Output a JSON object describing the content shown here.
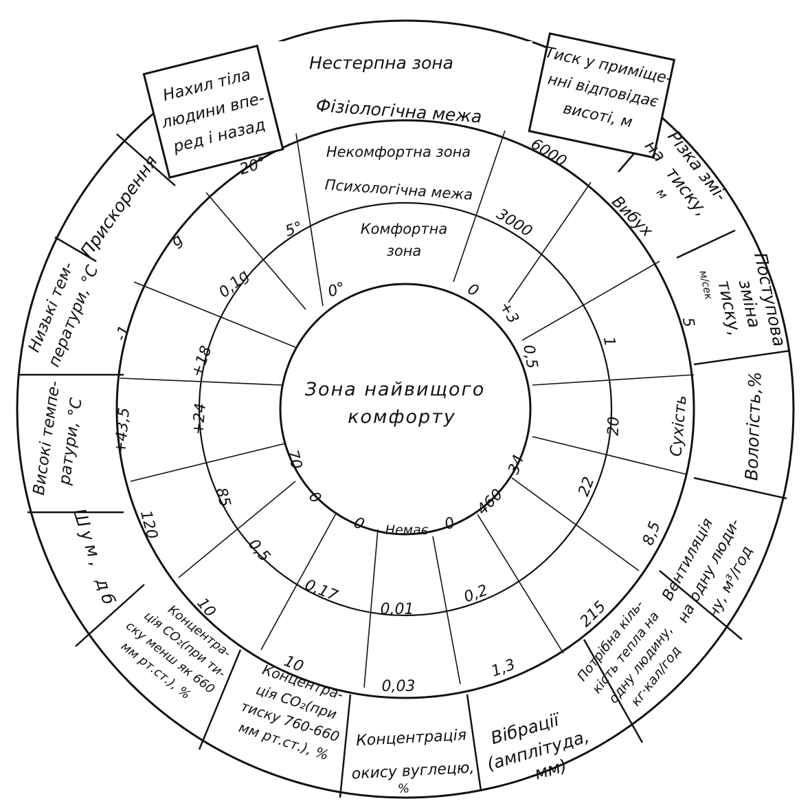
{
  "center_label": [
    "Зона найвищого",
    "комфорту"
  ],
  "top_zones": {
    "unbearable": "Нестерпна зона",
    "physiological_limit": "Фізіологічна межа",
    "uncomfortable": "Некомфортна зона",
    "psychological_limit": "Психологічна межа",
    "comfortable": [
      "Комфортна",
      "зона"
    ]
  },
  "outer_labels": {
    "tilt": [
      "Нахил тіла",
      "людини впе-",
      "ред і назад"
    ],
    "pressure_alt": [
      "Тиск у приміще-",
      "нні відповідає",
      "висоті, м"
    ],
    "pressure_change": [
      "Різка змі-",
      "на",
      "тиску,",
      "м"
    ],
    "vibration_top": "Вибух",
    "gradual": [
      "Поступова",
      "зміна",
      "тиску,",
      "м/сек"
    ],
    "humidity": "Вологість,%",
    "dryness": "Сухість",
    "ventilation": [
      "Вентиляція",
      "на одну люди-",
      "ну, м³/год"
    ],
    "heat": [
      "Потрібна кіль-",
      "кість тепла на",
      "одну людину,",
      "кг·кал/год"
    ],
    "vibration": [
      "Вібрації",
      "(амплітуда,",
      "мм)"
    ],
    "co": [
      "Концентрація",
      "окису вуглецю,",
      "%"
    ],
    "co2_a": [
      "Концентра-",
      "ція CO₂(при",
      "тиску 760-660",
      "мм рт.ст.), %"
    ],
    "co2_b": [
      "Концентра-",
      "ція CO₂(при ти-",
      "ску менш як 660",
      "мм рт.ст.), %"
    ],
    "noise": "Шум, дб",
    "high_temp": [
      "Високі темпе-",
      "ратури, °С"
    ],
    "low_temp": [
      "Низькі тем-",
      "ператури, °С"
    ],
    "accel": "Прискорення"
  },
  "values": {
    "tilt_outer": "20°",
    "tilt_mid": "5°",
    "tilt_inner": "0°",
    "accel_outer": "g",
    "accel_mid": "0,1g",
    "low_outer": "-1",
    "low_mid": "+18",
    "high_outer": "+43,5",
    "high_mid": "+24",
    "noise_outer": "120",
    "noise_mid": "85",
    "noise_inner": "70",
    "co2b_outer": "10",
    "co2b_mid": "0,5",
    "co2b_inner": "0",
    "co2a_outer": "10",
    "co2a_mid": "0,17",
    "co2a_inner": "0",
    "co_outer": "0,03",
    "co_mid": "0,01",
    "co_inner": "Немає",
    "vib_outer": "1,3",
    "vib_mid": "0,2",
    "vib_inner": "0",
    "heat_outer": "215",
    "heat_inner": "460",
    "vent_outer": "8,5",
    "vent_mid": "22",
    "vent_inner": "34",
    "hum_mid": "20",
    "grad_outer": "5",
    "grad_mid": "1",
    "grad_inner": "0,5",
    "press_mid": "+3",
    "press_inner": "0",
    "alt_outer": "6000",
    "alt_mid": "3000"
  }
}
